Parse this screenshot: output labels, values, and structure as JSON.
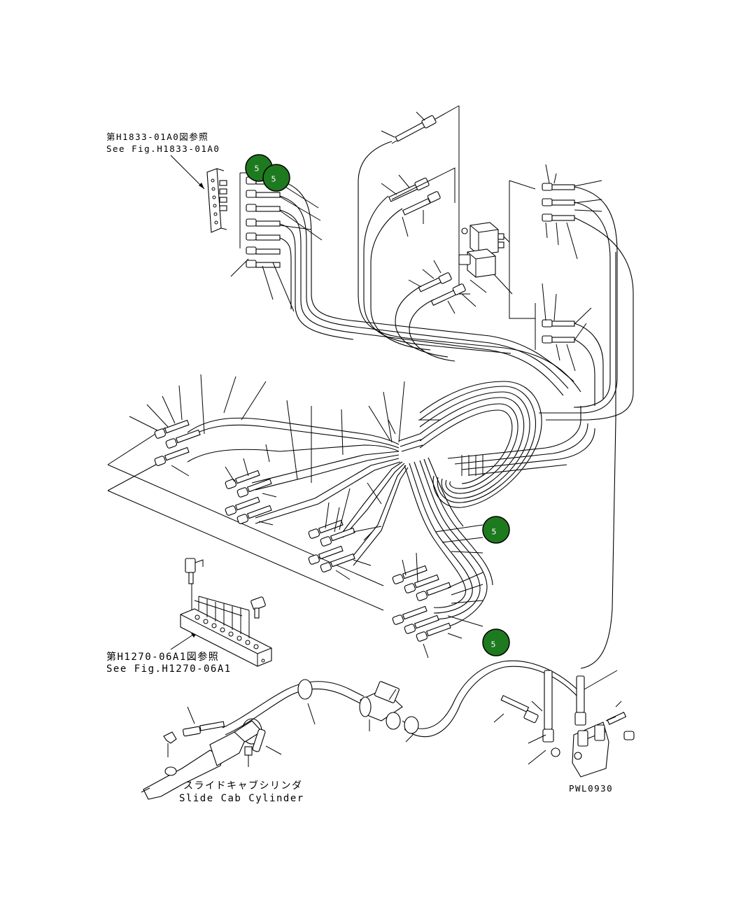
{
  "drawing_code": "PWL0930",
  "references": [
    {
      "jp": "第H1833-01A0図参照",
      "en": "See Fig.H1833-01A0"
    },
    {
      "jp": "第H1270-06A1図参照",
      "en": "See Fig.H1270-06A1"
    }
  ],
  "component": {
    "jp": "スライドキャブシリンダ",
    "en": "Slide Cab Cylinder"
  },
  "callouts": [
    {
      "label": "5"
    },
    {
      "label": "5"
    },
    {
      "label": "5"
    },
    {
      "label": "5"
    }
  ],
  "colors": {
    "badge_fill": "#1e7a1e",
    "badge_stroke": "#000000",
    "line": "#000000",
    "background": "#ffffff"
  }
}
